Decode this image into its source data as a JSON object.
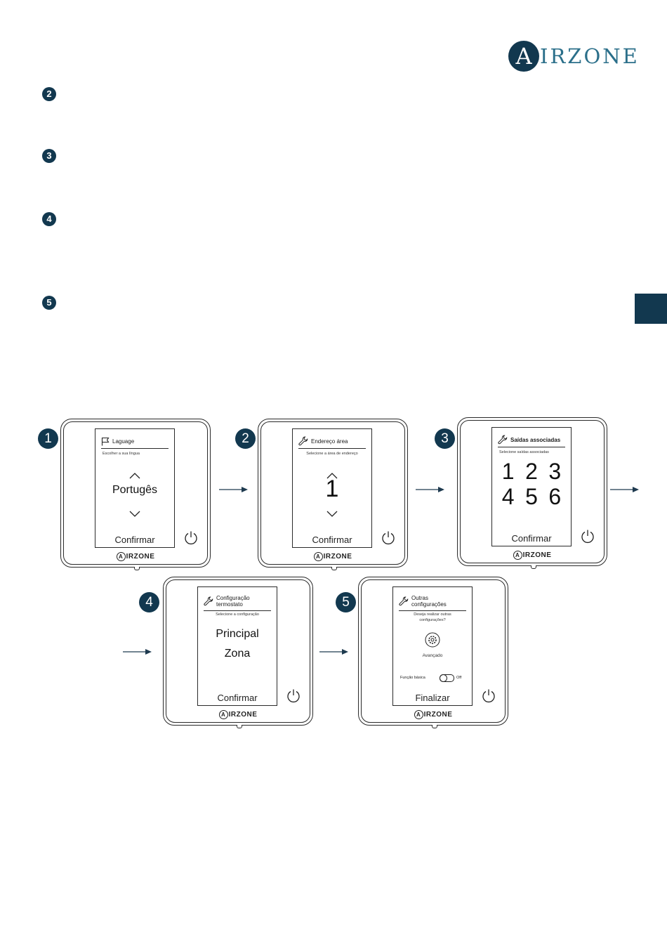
{
  "brand": {
    "logo_letter": "A",
    "logo_rest": "IRZONE",
    "color_dark": "#12384f",
    "color_teal": "#2b6f8a"
  },
  "bullets": [
    "2",
    "3",
    "4",
    "5"
  ],
  "device_brand": {
    "letter": "A",
    "rest": "IRZONE"
  },
  "screens": [
    {
      "step": "1",
      "icon": "flag-icon",
      "title": "Laguage",
      "subtitle": "Escolher a sua língua",
      "value": "Portugês",
      "confirm": "Confirmar"
    },
    {
      "step": "2",
      "icon": "wrench-icon",
      "title": "Endereço área",
      "subtitle": "Selecione a área de endereço",
      "value": "1",
      "confirm": "Confirmar"
    },
    {
      "step": "3",
      "icon": "wrench-icon",
      "title": "Saídas associadas",
      "subtitle": "Selecione saídas associadas",
      "digits_row1": [
        "1",
        "2",
        "3"
      ],
      "digits_row2": [
        "4",
        "5",
        "6"
      ],
      "confirm": "Confirmar"
    },
    {
      "step": "4",
      "icon": "wrench-icon",
      "title_line1": "Configuração",
      "title_line2": "termostato",
      "subtitle": "Selecione a configuração",
      "option1": "Principal",
      "option2": "Zona",
      "confirm": "Confirmar"
    },
    {
      "step": "5",
      "icon": "wrench-icon",
      "title_line1": "Outras",
      "title_line2": "configurações",
      "subtitle_line1": "Deseja realizar outras",
      "subtitle_line2": "configurações?",
      "advanced_label": "Avançado",
      "basic_label": "Função básica",
      "toggle_state": "Off",
      "confirm": "Finalizar"
    }
  ]
}
